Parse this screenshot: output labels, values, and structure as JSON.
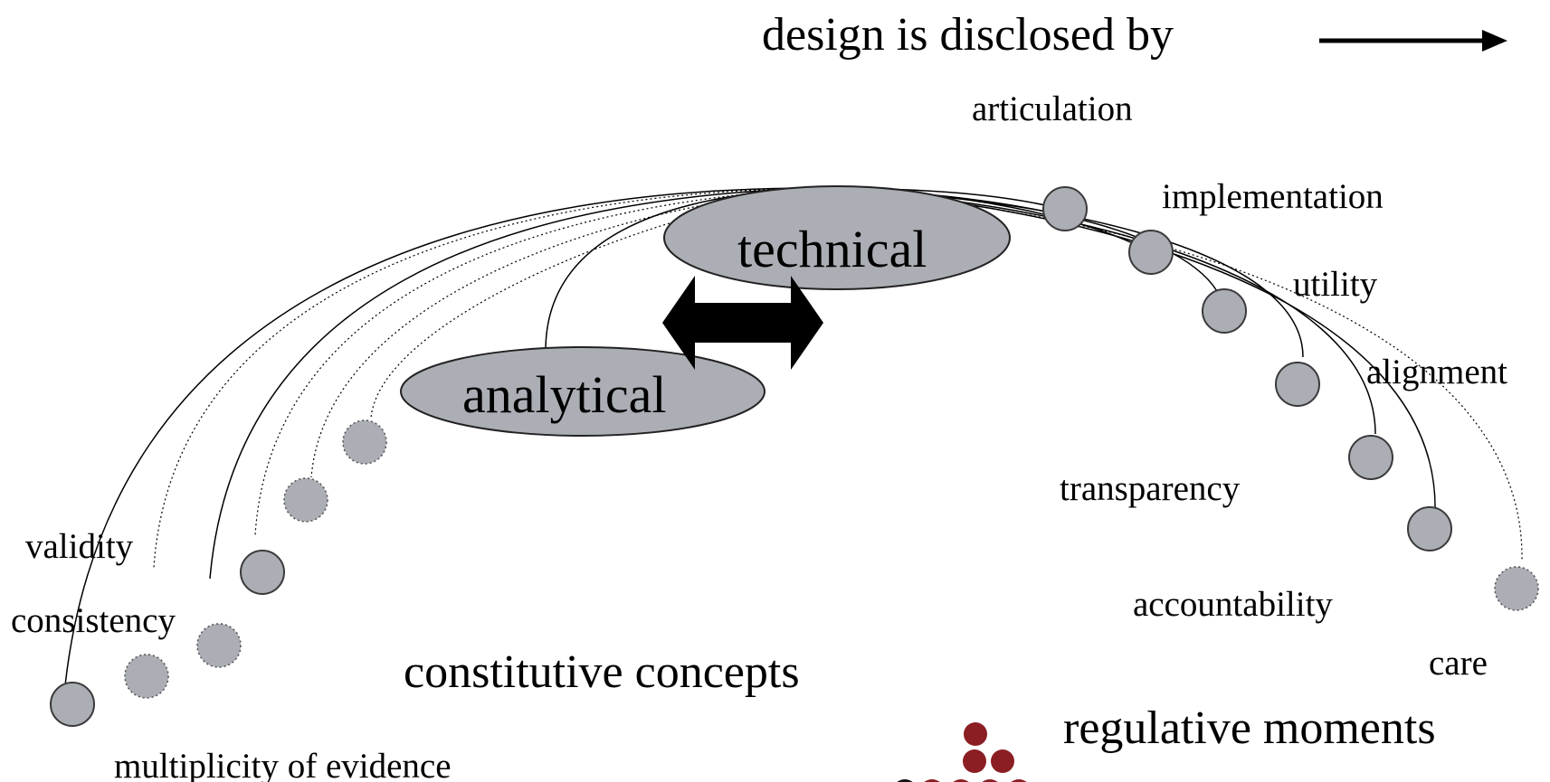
{
  "title": "design is disclosed by",
  "center": {
    "technical": "technical",
    "analytical": "analytical"
  },
  "groups": {
    "left": "constitutive concepts",
    "right": "regulative moments"
  },
  "left_labels": {
    "validity": "validity",
    "consistency": "consistency",
    "multiplicity": "multiplicity of evidence"
  },
  "right_labels": {
    "articulation": "articulation",
    "implementation": "implementation",
    "utility": "utility",
    "alignment": "alignment",
    "transparency": "transparency",
    "accountability": "accountability",
    "care": "care"
  },
  "colors": {
    "node_fill": "#abaeb4",
    "logo_red": "#8b1e23",
    "arrow": "#000000"
  }
}
